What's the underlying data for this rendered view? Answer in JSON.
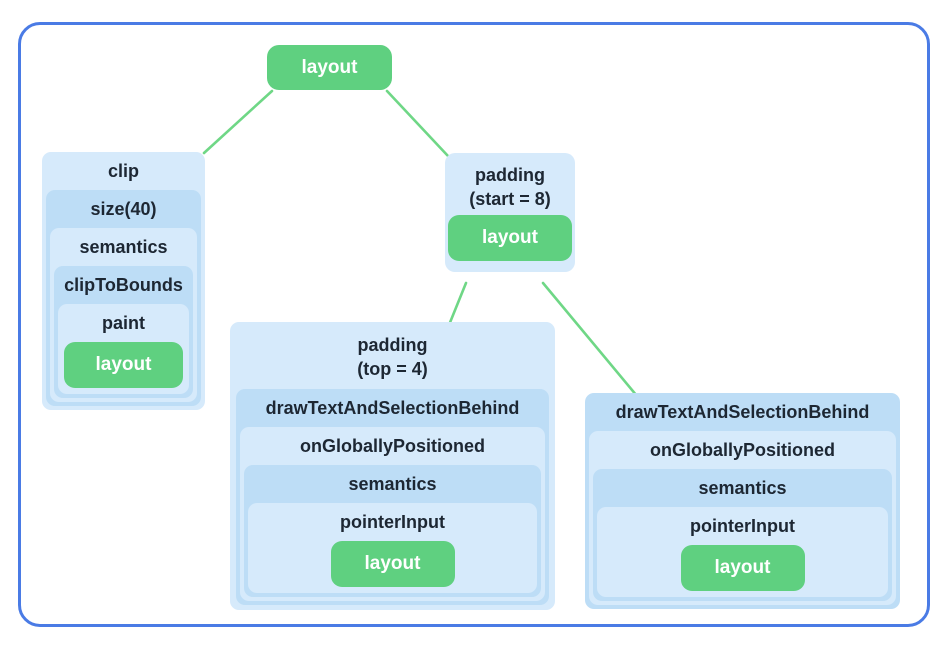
{
  "colors": {
    "frame_border": "#4a7be5",
    "node_green": "#5fd080",
    "connector_green": "#6fd786",
    "level_light_blue": "#d6eafb",
    "level_dark_blue": "#bdddf6",
    "label_text": "#1d2733",
    "leaf_text": "#ffffff",
    "background": "#ffffff"
  },
  "tree": {
    "root": {
      "label": "layout"
    },
    "clip_branch": {
      "levels": [
        "clip",
        "size(40)",
        "semantics",
        "clipToBounds",
        "paint"
      ],
      "leaf": "layout"
    },
    "padding_start_branch": {
      "title_line1": "padding",
      "title_line2": "(start = 8)",
      "leaf": "layout"
    },
    "padding_top_branch": {
      "title_line1": "padding",
      "title_line2": "(top = 4)",
      "levels": [
        "drawTextAndSelectionBehind",
        "onGloballyPositioned",
        "semantics",
        "pointerInput"
      ],
      "leaf": "layout"
    },
    "draw_text_branch": {
      "levels": [
        "drawTextAndSelectionBehind",
        "onGloballyPositioned",
        "semantics",
        "pointerInput"
      ],
      "leaf": "layout"
    }
  }
}
